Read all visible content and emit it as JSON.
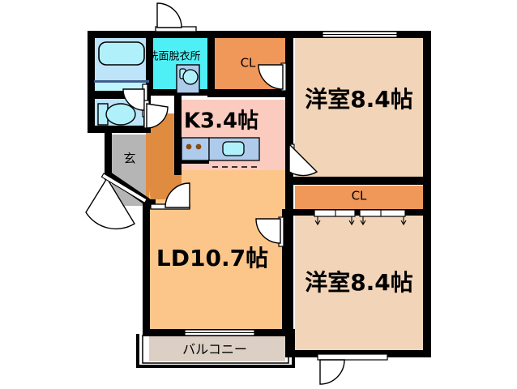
{
  "document": {
    "type": "floor-plan",
    "title": "2LDK apartment floor plan",
    "unit_label": "帖"
  },
  "rooms": [
    {
      "key": "bath",
      "label": "",
      "color": "#BEE4FA"
    },
    {
      "key": "washroom",
      "label": "洗面脫衣所",
      "color": "#4FF0F5"
    },
    {
      "key": "toilet",
      "label": "",
      "color": "#BEE4FA"
    },
    {
      "key": "closet_top",
      "label": "CL",
      "color": "#F0975A"
    },
    {
      "key": "bedroom_top",
      "label": "洋室8.4帖",
      "color": "#F2D4B8"
    },
    {
      "key": "kitchen",
      "label": "K3.4帖",
      "color": "#FBCBC0"
    },
    {
      "key": "entrance",
      "label": "玄",
      "color": "#B5B5B5"
    },
    {
      "key": "hall",
      "label": "",
      "color": "#E08C40"
    },
    {
      "key": "living",
      "label": "LD10.7帖",
      "color": "#FCC68A"
    },
    {
      "key": "closet_bot",
      "label": "CL",
      "color": "#F0975A"
    },
    {
      "key": "bedroom_bot",
      "label": "洋室8.4帖",
      "color": "#F2D4B8"
    },
    {
      "key": "balcony",
      "label": "バルコニー",
      "color": "#DBD0C3"
    }
  ],
  "labels": {
    "washroom": "洗面脫衣所",
    "closet_top": "CL",
    "closet_bottom": "CL",
    "bedroom_top": "洋室8.4帖",
    "bedroom_bottom": "洋室8.4帖",
    "kitchen": "K3.4帖",
    "living": "LD10.7帖",
    "entrance": "玄",
    "balcony": "バルコニー"
  },
  "fixtures": {
    "bathtub": "bathtub-icon",
    "toilet": "toilet-icon",
    "sink_vanity": "washbasin-icon",
    "kitchen_stove": "stove-icon",
    "kitchen_sink": "kitchen-sink-icon"
  },
  "colors": {
    "wall": "#000000",
    "bath": "#BEE4FA",
    "bath_lower": "#BFF5FC",
    "washroom": "#4FF0F5",
    "toilet": "#BEE4FA",
    "closet": "#F0975A",
    "bedroom": "#F2D4B8",
    "kitchen": "#FBCBC0",
    "entrance": "#B5B5B5",
    "hall": "#E08C40",
    "living": "#FCC68A",
    "balcony": "#DBD0C3",
    "fixture_blue": "#AFCBEC",
    "fixture_cyan": "#AFF0FA",
    "burner": "#8A4B10",
    "background": "#FFFFFF"
  },
  "openings": {
    "doors": 8,
    "windows": 3,
    "closet_sliders": 4
  }
}
